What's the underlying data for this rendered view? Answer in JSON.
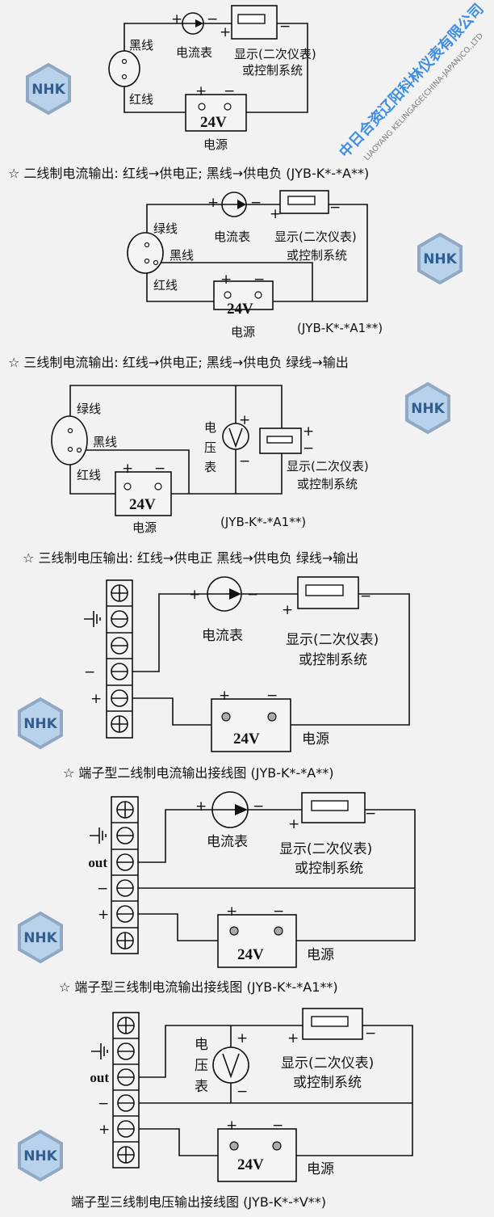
{
  "signs": {
    "plus": "+",
    "minus": "−"
  },
  "watermark": {
    "company_cn": "中日合资辽阳科林仪表有限公司",
    "company_en": "LIAOYANG KELINGAGE(CHINA-JAPAN)CO.,LTD",
    "logo": "NHK"
  },
  "common": {
    "ammeter": "电流表",
    "display_line1": "显示(二次仪表)",
    "display_line2": "或控制系统",
    "psu_voltage": "24V",
    "psu_label": "电源",
    "voltmeter_chars": [
      "电",
      "压",
      "表"
    ],
    "black_wire": "黑线",
    "red_wire": "红线",
    "green_wire": "绿线",
    "out_label": "out"
  },
  "diagrams": [
    {
      "caption": "☆  二线制电流输出: 红线→供电正; 黑线→供电负 (JYB-K*-*A**)"
    },
    {
      "model": "(JYB-K*-*A1**)",
      "caption": "☆   三线制电流输出: 红线→供电正; 黑线→供电负  绿线→输出"
    },
    {
      "model": "(JYB-K*-*A1**)",
      "caption": "☆ 三线制电压输出: 红线→供电正  黑线→供电负  绿线→输出"
    },
    {
      "caption": "☆  端子型二线制电流输出接线图 (JYB-K*-*A**)"
    },
    {
      "caption": "☆  端子型三线制电流输出接线图 (JYB-K*-*A1**)"
    },
    {
      "caption": "端子型三线制电压输出接线图 (JYB-K*-*V**)"
    }
  ]
}
